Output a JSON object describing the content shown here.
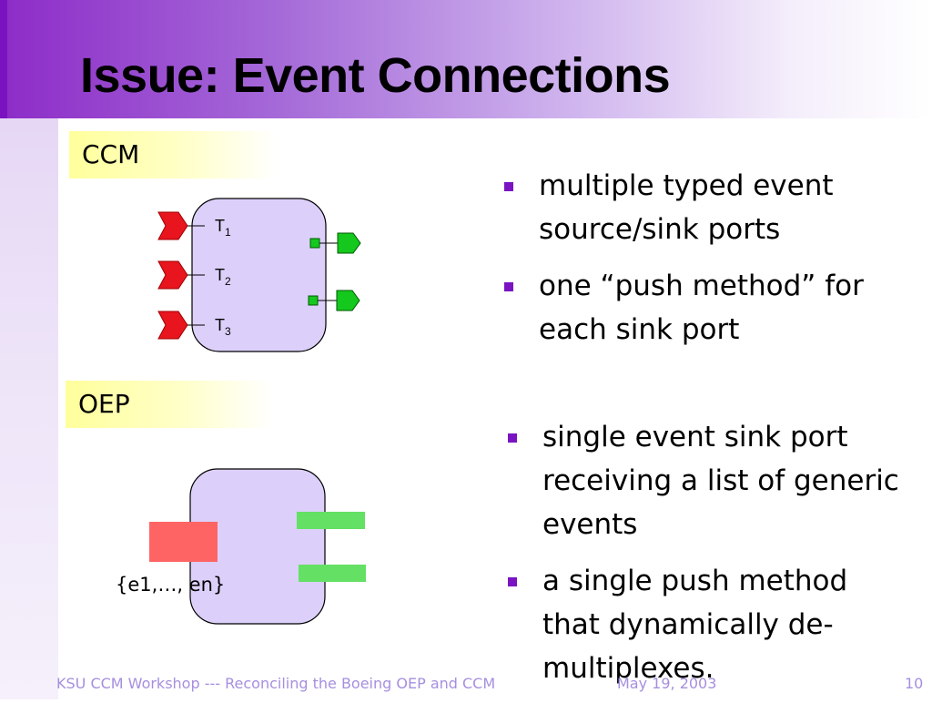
{
  "title": "Issue: Event Connections",
  "sections": {
    "ccm": {
      "label": "CCM",
      "ports": [
        {
          "name": "T",
          "sub": "1"
        },
        {
          "name": "T",
          "sub": "2"
        },
        {
          "name": "T",
          "sub": "3"
        }
      ],
      "bullets": [
        {
          "text": "multiple typed event source/sink ports"
        },
        {
          "text": "one “push method” for each sink port"
        }
      ]
    },
    "oep": {
      "label": "OEP",
      "event_list": "{e1,…, en}",
      "bullets": [
        {
          "text": "single event sink port receiving a list of generic events"
        },
        {
          "text": "a single push method that dynamically de-multiplexes."
        }
      ]
    }
  },
  "footer": {
    "left": "KSU CCM Workshop --- Reconciling the Boeing OEP and CCM",
    "date": "May 19, 2003",
    "page": "10"
  },
  "colors": {
    "header_purple": "#8d2cc8",
    "component_fill": "#dcd0fa",
    "sink_red": "#e8141e",
    "source_green": "#14c81e",
    "bullet_marker": "#7a14c2",
    "label_yellow": "#ffff9c",
    "footer_text": "#a68fe0"
  }
}
